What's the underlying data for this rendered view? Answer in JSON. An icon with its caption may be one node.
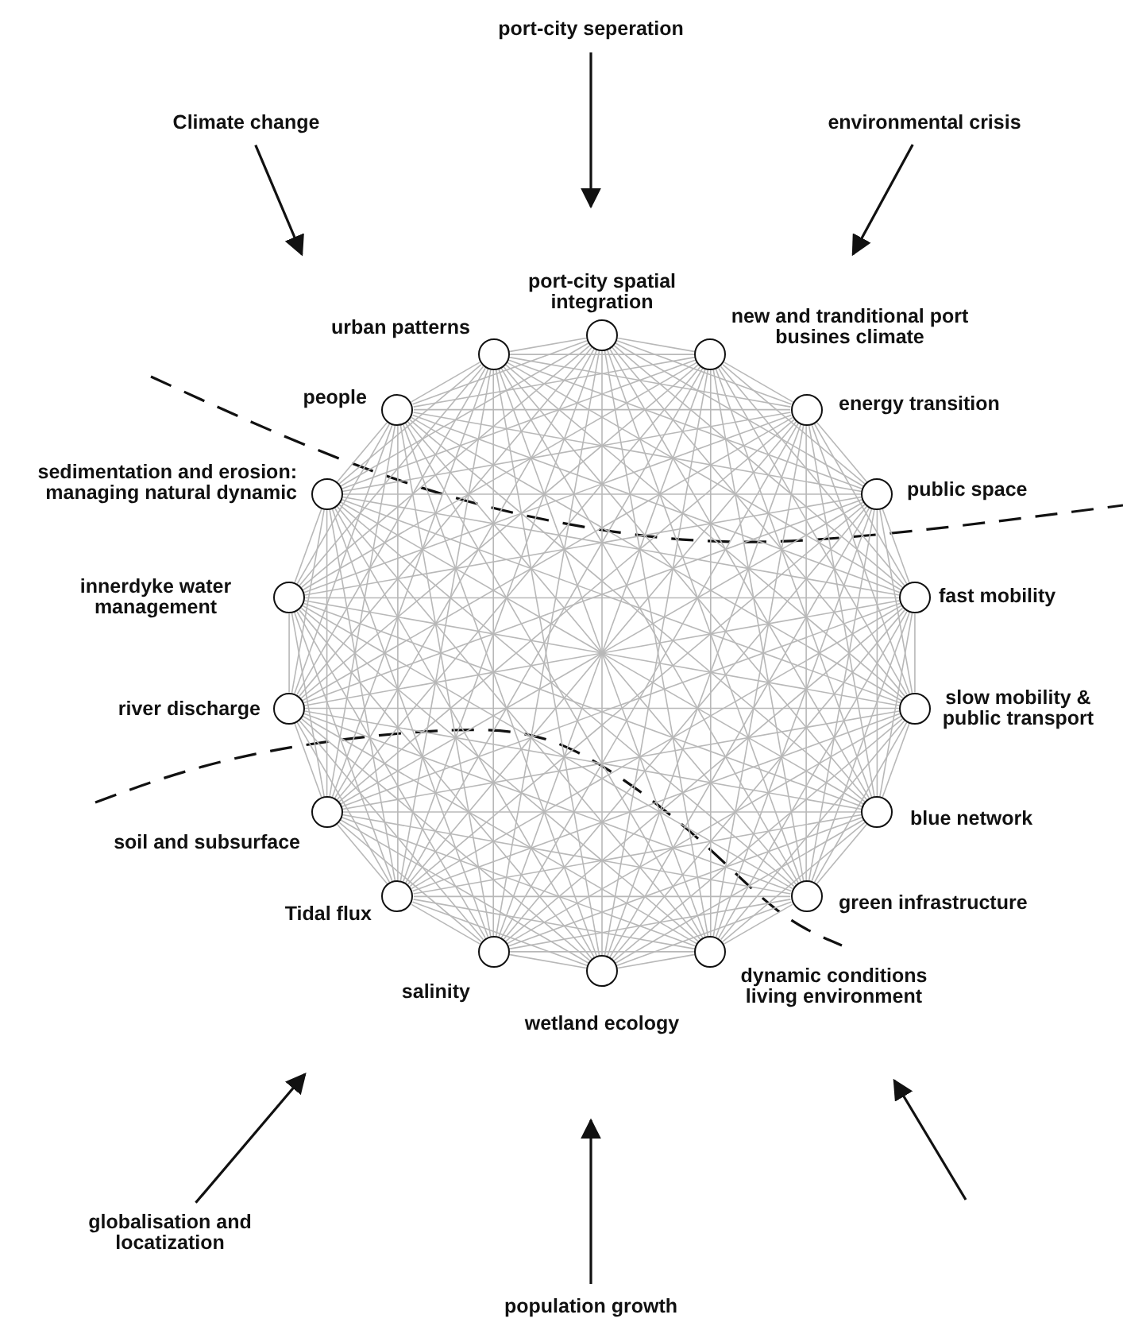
{
  "diagram": {
    "nodes": [
      {
        "text": [],
        "shape": "circle",
        "beside": [
          "port-city spatial integration"
        ]
      },
      {
        "text": [],
        "shape": "circle",
        "beside": [
          "new and tranditional port busines climate"
        ]
      },
      {
        "text": [],
        "shape": "circle",
        "beside": [
          "energy transition"
        ]
      },
      {
        "text": [],
        "shape": "circle",
        "beside": [
          "public space"
        ]
      },
      {
        "text": [],
        "shape": "circle",
        "beside": [
          "fast mobility"
        ]
      },
      {
        "text": [],
        "shape": "circle",
        "beside": [
          "slow mobility & public transport"
        ]
      },
      {
        "text": [],
        "shape": "circle",
        "beside": [
          "blue network"
        ]
      },
      {
        "text": [],
        "shape": "circle",
        "beside": [
          "green infrastructure"
        ]
      },
      {
        "text": [],
        "shape": "circle",
        "beside": [
          "dynamic conditions living environment"
        ]
      },
      {
        "text": [],
        "shape": "circle",
        "beside": [
          "wetland ecology"
        ]
      },
      {
        "text": [],
        "shape": "circle",
        "beside": [
          "salinity"
        ]
      },
      {
        "text": [],
        "shape": "circle",
        "beside": [
          "Tidal flux"
        ]
      },
      {
        "text": [],
        "shape": "circle",
        "beside": [
          "soil and subsurface"
        ]
      },
      {
        "text": [],
        "shape": "circle",
        "beside": [
          "river discharge"
        ]
      },
      {
        "text": [],
        "shape": "circle",
        "beside": [
          "innerdyke water management"
        ]
      },
      {
        "text": [],
        "shape": "circle",
        "beside": [
          "sedimentation and erosion: managing natural dynamic"
        ]
      },
      {
        "text": [],
        "shape": "circle",
        "beside": [
          "people"
        ]
      },
      {
        "text": [],
        "shape": "circle",
        "beside": [
          "urban patterns"
        ]
      },
      {
        "text": [
          "port-city seperation"
        ]
      },
      {
        "text": [
          "Climate change"
        ]
      },
      {
        "text": [
          "environmental crisis"
        ]
      },
      {
        "text": [
          "globalisation and locatization"
        ]
      },
      {
        "text": [
          "population growth"
        ]
      }
    ],
    "edges": [
      {
        "from": 18,
        "to": null,
        "arrow": "to",
        "color": "#111111"
      },
      {
        "from": 19,
        "to": null,
        "arrow": "to",
        "color": "#111111"
      },
      {
        "from": 20,
        "to": null,
        "arrow": "to",
        "color": "#111111"
      },
      {
        "from": 21,
        "to": null,
        "arrow": "to",
        "color": "#111111"
      },
      {
        "from": 22,
        "to": null,
        "arrow": "to",
        "color": "#111111"
      },
      {
        "from": 0,
        "to": 1,
        "arrow": "none"
      },
      {
        "from": 0,
        "to": 2,
        "arrow": "none"
      },
      {
        "from": 0,
        "to": 3,
        "arrow": "none"
      },
      {
        "from": 0,
        "to": 4,
        "arrow": "none"
      },
      {
        "from": 0,
        "to": 5,
        "arrow": "none"
      },
      {
        "from": 0,
        "to": 6,
        "arrow": "none"
      },
      {
        "from": 0,
        "to": 7,
        "arrow": "none"
      },
      {
        "from": 0,
        "to": 8,
        "arrow": "none"
      },
      {
        "from": 0,
        "to": 9,
        "arrow": "none"
      },
      {
        "from": 0,
        "to": 10,
        "arrow": "none"
      },
      {
        "from": 0,
        "to": 11,
        "arrow": "none"
      },
      {
        "from": 0,
        "to": 12,
        "arrow": "none"
      },
      {
        "from": 0,
        "to": 13,
        "arrow": "none"
      },
      {
        "from": 0,
        "to": 14,
        "arrow": "none"
      },
      {
        "from": 0,
        "to": 15,
        "arrow": "none"
      },
      {
        "from": 0,
        "to": 16,
        "arrow": "none"
      },
      {
        "from": 0,
        "to": 17,
        "arrow": "none"
      },
      {
        "from": 1,
        "to": 2,
        "arrow": "none"
      },
      {
        "from": 1,
        "to": 3,
        "arrow": "none"
      },
      {
        "from": 1,
        "to": 4,
        "arrow": "none"
      },
      {
        "from": 1,
        "to": 5,
        "arrow": "none"
      },
      {
        "from": 1,
        "to": 6,
        "arrow": "none"
      },
      {
        "from": 1,
        "to": 7,
        "arrow": "none"
      },
      {
        "from": 1,
        "to": 8,
        "arrow": "none"
      },
      {
        "from": 1,
        "to": 9,
        "arrow": "none"
      },
      {
        "from": 1,
        "to": 10,
        "arrow": "none"
      },
      {
        "from": 1,
        "to": 11,
        "arrow": "none"
      },
      {
        "from": 1,
        "to": 12,
        "arrow": "none"
      },
      {
        "from": 1,
        "to": 13,
        "arrow": "none"
      },
      {
        "from": 1,
        "to": 14,
        "arrow": "none"
      },
      {
        "from": 1,
        "to": 15,
        "arrow": "none"
      },
      {
        "from": 1,
        "to": 16,
        "arrow": "none"
      },
      {
        "from": 1,
        "to": 17,
        "arrow": "none"
      },
      {
        "from": 2,
        "to": 3,
        "arrow": "none"
      },
      {
        "from": 2,
        "to": 4,
        "arrow": "none"
      },
      {
        "from": 2,
        "to": 5,
        "arrow": "none"
      },
      {
        "from": 2,
        "to": 6,
        "arrow": "none"
      },
      {
        "from": 2,
        "to": 7,
        "arrow": "none"
      },
      {
        "from": 2,
        "to": 8,
        "arrow": "none"
      },
      {
        "from": 2,
        "to": 9,
        "arrow": "none"
      },
      {
        "from": 2,
        "to": 10,
        "arrow": "none"
      },
      {
        "from": 2,
        "to": 11,
        "arrow": "none"
      },
      {
        "from": 2,
        "to": 12,
        "arrow": "none"
      },
      {
        "from": 2,
        "to": 13,
        "arrow": "none"
      },
      {
        "from": 2,
        "to": 14,
        "arrow": "none"
      },
      {
        "from": 2,
        "to": 15,
        "arrow": "none"
      },
      {
        "from": 2,
        "to": 16,
        "arrow": "none"
      },
      {
        "from": 2,
        "to": 17,
        "arrow": "none"
      },
      {
        "from": 3,
        "to": 4,
        "arrow": "none"
      },
      {
        "from": 3,
        "to": 5,
        "arrow": "none"
      },
      {
        "from": 3,
        "to": 6,
        "arrow": "none"
      },
      {
        "from": 3,
        "to": 7,
        "arrow": "none"
      },
      {
        "from": 3,
        "to": 8,
        "arrow": "none"
      },
      {
        "from": 3,
        "to": 9,
        "arrow": "none"
      },
      {
        "from": 3,
        "to": 10,
        "arrow": "none"
      },
      {
        "from": 3,
        "to": 11,
        "arrow": "none"
      },
      {
        "from": 3,
        "to": 12,
        "arrow": "none"
      },
      {
        "from": 3,
        "to": 13,
        "arrow": "none"
      },
      {
        "from": 3,
        "to": 14,
        "arrow": "none"
      },
      {
        "from": 3,
        "to": 15,
        "arrow": "none"
      },
      {
        "from": 3,
        "to": 16,
        "arrow": "none"
      },
      {
        "from": 3,
        "to": 17,
        "arrow": "none"
      },
      {
        "from": 4,
        "to": 5,
        "arrow": "none"
      },
      {
        "from": 4,
        "to": 6,
        "arrow": "none"
      },
      {
        "from": 4,
        "to": 7,
        "arrow": "none"
      },
      {
        "from": 4,
        "to": 8,
        "arrow": "none"
      },
      {
        "from": 4,
        "to": 9,
        "arrow": "none"
      },
      {
        "from": 4,
        "to": 10,
        "arrow": "none"
      },
      {
        "from": 4,
        "to": 11,
        "arrow": "none"
      },
      {
        "from": 4,
        "to": 12,
        "arrow": "none"
      },
      {
        "from": 4,
        "to": 13,
        "arrow": "none"
      },
      {
        "from": 4,
        "to": 14,
        "arrow": "none"
      },
      {
        "from": 4,
        "to": 15,
        "arrow": "none"
      },
      {
        "from": 4,
        "to": 16,
        "arrow": "none"
      },
      {
        "from": 4,
        "to": 17,
        "arrow": "none"
      },
      {
        "from": 5,
        "to": 6,
        "arrow": "none"
      },
      {
        "from": 5,
        "to": 7,
        "arrow": "none"
      },
      {
        "from": 5,
        "to": 8,
        "arrow": "none"
      },
      {
        "from": 5,
        "to": 9,
        "arrow": "none"
      },
      {
        "from": 5,
        "to": 10,
        "arrow": "none"
      },
      {
        "from": 5,
        "to": 11,
        "arrow": "none"
      },
      {
        "from": 5,
        "to": 12,
        "arrow": "none"
      },
      {
        "from": 5,
        "to": 13,
        "arrow": "none"
      },
      {
        "from": 5,
        "to": 14,
        "arrow": "none"
      },
      {
        "from": 5,
        "to": 15,
        "arrow": "none"
      },
      {
        "from": 5,
        "to": 16,
        "arrow": "none"
      },
      {
        "from": 5,
        "to": 17,
        "arrow": "none"
      },
      {
        "from": 6,
        "to": 7,
        "arrow": "none"
      },
      {
        "from": 6,
        "to": 8,
        "arrow": "none"
      },
      {
        "from": 6,
        "to": 9,
        "arrow": "none"
      },
      {
        "from": 6,
        "to": 10,
        "arrow": "none"
      },
      {
        "from": 6,
        "to": 11,
        "arrow": "none"
      },
      {
        "from": 6,
        "to": 12,
        "arrow": "none"
      },
      {
        "from": 6,
        "to": 13,
        "arrow": "none"
      },
      {
        "from": 6,
        "to": 14,
        "arrow": "none"
      },
      {
        "from": 6,
        "to": 15,
        "arrow": "none"
      },
      {
        "from": 6,
        "to": 16,
        "arrow": "none"
      },
      {
        "from": 6,
        "to": 17,
        "arrow": "none"
      },
      {
        "from": 7,
        "to": 8,
        "arrow": "none"
      },
      {
        "from": 7,
        "to": 9,
        "arrow": "none"
      },
      {
        "from": 7,
        "to": 10,
        "arrow": "none"
      },
      {
        "from": 7,
        "to": 11,
        "arrow": "none"
      },
      {
        "from": 7,
        "to": 12,
        "arrow": "none"
      },
      {
        "from": 7,
        "to": 13,
        "arrow": "none"
      },
      {
        "from": 7,
        "to": 14,
        "arrow": "none"
      },
      {
        "from": 7,
        "to": 15,
        "arrow": "none"
      },
      {
        "from": 7,
        "to": 16,
        "arrow": "none"
      },
      {
        "from": 7,
        "to": 17,
        "arrow": "none"
      },
      {
        "from": 8,
        "to": 9,
        "arrow": "none"
      },
      {
        "from": 8,
        "to": 10,
        "arrow": "none"
      },
      {
        "from": 8,
        "to": 11,
        "arrow": "none"
      },
      {
        "from": 8,
        "to": 12,
        "arrow": "none"
      },
      {
        "from": 8,
        "to": 13,
        "arrow": "none"
      },
      {
        "from": 8,
        "to": 14,
        "arrow": "none"
      },
      {
        "from": 8,
        "to": 15,
        "arrow": "none"
      },
      {
        "from": 8,
        "to": 16,
        "arrow": "none"
      },
      {
        "from": 8,
        "to": 17,
        "arrow": "none"
      },
      {
        "from": 9,
        "to": 10,
        "arrow": "none"
      },
      {
        "from": 9,
        "to": 11,
        "arrow": "none"
      },
      {
        "from": 9,
        "to": 12,
        "arrow": "none"
      },
      {
        "from": 9,
        "to": 13,
        "arrow": "none"
      },
      {
        "from": 9,
        "to": 14,
        "arrow": "none"
      },
      {
        "from": 9,
        "to": 15,
        "arrow": "none"
      },
      {
        "from": 9,
        "to": 16,
        "arrow": "none"
      },
      {
        "from": 9,
        "to": 17,
        "arrow": "none"
      },
      {
        "from": 10,
        "to": 11,
        "arrow": "none"
      },
      {
        "from": 10,
        "to": 12,
        "arrow": "none"
      },
      {
        "from": 10,
        "to": 13,
        "arrow": "none"
      },
      {
        "from": 10,
        "to": 14,
        "arrow": "none"
      },
      {
        "from": 10,
        "to": 15,
        "arrow": "none"
      },
      {
        "from": 10,
        "to": 16,
        "arrow": "none"
      },
      {
        "from": 10,
        "to": 17,
        "arrow": "none"
      },
      {
        "from": 11,
        "to": 12,
        "arrow": "none"
      },
      {
        "from": 11,
        "to": 13,
        "arrow": "none"
      },
      {
        "from": 11,
        "to": 14,
        "arrow": "none"
      },
      {
        "from": 11,
        "to": 15,
        "arrow": "none"
      },
      {
        "from": 11,
        "to": 16,
        "arrow": "none"
      },
      {
        "from": 11,
        "to": 17,
        "arrow": "none"
      },
      {
        "from": 12,
        "to": 13,
        "arrow": "none"
      },
      {
        "from": 12,
        "to": 14,
        "arrow": "none"
      },
      {
        "from": 12,
        "to": 15,
        "arrow": "none"
      },
      {
        "from": 12,
        "to": 16,
        "arrow": "none"
      },
      {
        "from": 12,
        "to": 17,
        "arrow": "none"
      },
      {
        "from": 13,
        "to": 14,
        "arrow": "none"
      },
      {
        "from": 13,
        "to": 15,
        "arrow": "none"
      },
      {
        "from": 13,
        "to": 16,
        "arrow": "none"
      },
      {
        "from": 13,
        "to": 17,
        "arrow": "none"
      },
      {
        "from": 14,
        "to": 15,
        "arrow": "none"
      },
      {
        "from": 14,
        "to": 16,
        "arrow": "none"
      },
      {
        "from": 14,
        "to": 17,
        "arrow": "none"
      },
      {
        "from": 15,
        "to": 16,
        "arrow": "none"
      },
      {
        "from": 15,
        "to": 17,
        "arrow": "none"
      },
      {
        "from": 16,
        "to": 17,
        "arrow": "none"
      }
    ]
  }
}
